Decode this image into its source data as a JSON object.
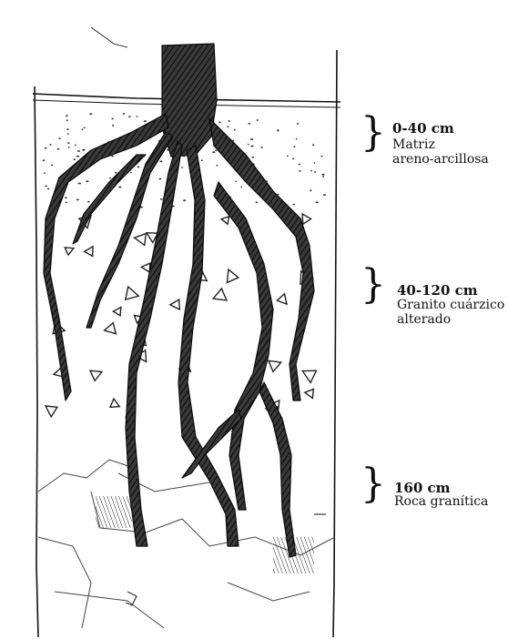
{
  "layers": [
    {
      "depth": "0-40 cm",
      "lines": [
        "Matriz",
        "areno-arcillosa"
      ]
    },
    {
      "depth": "40-120 cm",
      "lines": [
        "Granito cuárzico",
        "alterado"
      ]
    },
    {
      "depth": "160 cm",
      "lines": [
        "Roca granítica"
      ]
    }
  ],
  "colors": {
    "ink": "#111111",
    "paper": "#ffffff",
    "shade": "#2a2a2a"
  }
}
